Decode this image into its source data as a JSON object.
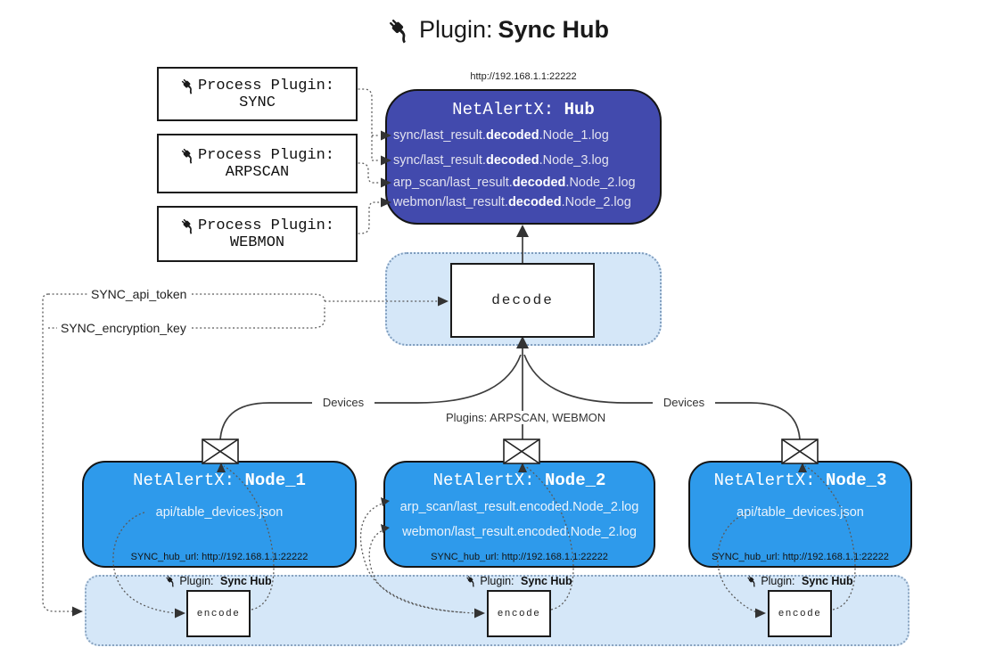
{
  "title": {
    "label": "Plugin:",
    "bold": "Sync Hub"
  },
  "process_plugins": [
    {
      "label": "Process Plugin:",
      "name": "SYNC"
    },
    {
      "label": "Process Plugin:",
      "name": "ARPSCAN"
    },
    {
      "label": "Process Plugin:",
      "name": "WEBMON"
    }
  ],
  "hub": {
    "url": "http://192.168.1.1:22222",
    "title": "NetAlertX:",
    "title_bold": "Hub",
    "files": [
      {
        "pre": "sync/last_result.",
        "bold": "decoded",
        "post": ".Node_1.log"
      },
      {
        "pre": "sync/last_result.",
        "bold": "decoded",
        "post": ".Node_3.log"
      },
      {
        "pre": "arp_scan/last_result.",
        "bold": "decoded",
        "post": ".Node_2.log"
      },
      {
        "pre": "webmon/last_result.",
        "bold": "decoded",
        "post": ".Node_2.log"
      }
    ]
  },
  "decode": {
    "label": "decode"
  },
  "config": {
    "api_token": "SYNC_api_token",
    "encryption_key": "SYNC_encryption_key"
  },
  "edge_labels": {
    "devices_left": "Devices",
    "plugins_mid": "Plugins: ARPSCAN, WEBMON",
    "devices_right": "Devices"
  },
  "nodes": [
    {
      "title": "NetAlertX:",
      "title_bold": "Node_1",
      "files": [
        "api/table_devices.json"
      ],
      "hub_url": "SYNC_hub_url: http://192.168.1.1:22222"
    },
    {
      "title": "NetAlertX:",
      "title_bold": "Node_2",
      "files": [
        "arp_scan/last_result.encoded.Node_2.log",
        "webmon/last_result.encoded.Node_2.log"
      ],
      "hub_url": "SYNC_hub_url: http://192.168.1.1:22222"
    },
    {
      "title": "NetAlertX:",
      "title_bold": "Node_3",
      "files": [
        "api/table_devices.json"
      ],
      "hub_url": "SYNC_hub_url: http://192.168.1.1:22222"
    }
  ],
  "encoder": {
    "label": "Plugin:",
    "label_bold": "Sync Hub",
    "box": "encode"
  },
  "colors": {
    "hub": "#424AAD",
    "node": "#2E9AEB",
    "container": "#D5E7F8",
    "line": "#333333"
  }
}
